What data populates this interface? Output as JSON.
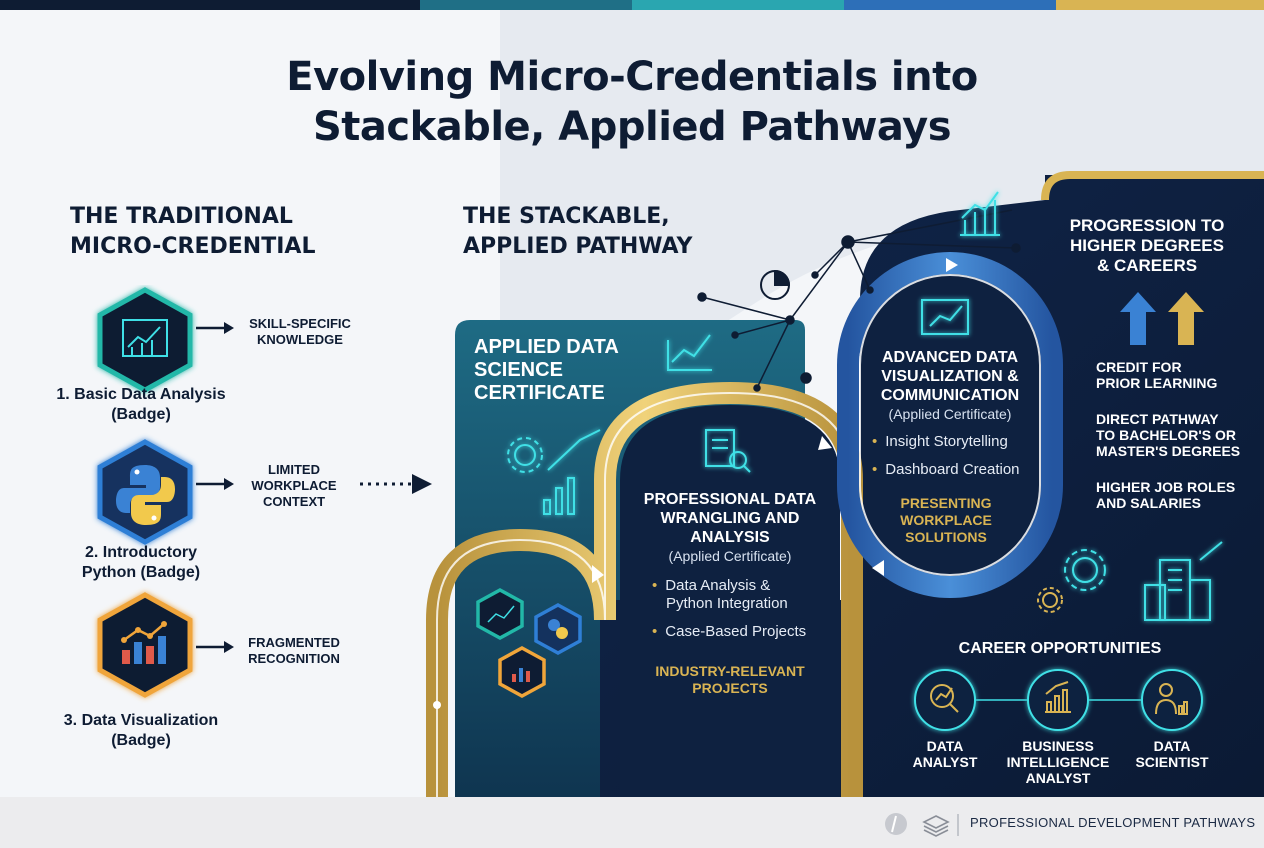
{
  "title": {
    "line1": "Evolving Micro-Credentials into",
    "line2": "Stackable, Applied Pathways"
  },
  "traditional": {
    "heading_line1": "THE TRADITIONAL",
    "heading_line2": "MICRO-CREDENTIAL",
    "badges": [
      {
        "label_line1": "1. Basic Data Analysis",
        "label_line2": "(Badge)",
        "arrow_line1": "SKILL-SPECIFIC",
        "arrow_line2": "KNOWLEDGE",
        "arrow_line3": ""
      },
      {
        "label_line1": "2. Introductory",
        "label_line2": "Python (Badge)",
        "arrow_line1": "LIMITED",
        "arrow_line2": "WORKPLACE",
        "arrow_line3": "CONTEXT"
      },
      {
        "label_line1": "3. Data Visualization",
        "label_line2": "(Badge)",
        "arrow_line1": "FRAGMENTED",
        "arrow_line2": "RECOGNITION",
        "arrow_line3": ""
      }
    ]
  },
  "stackable": {
    "heading_line1": "THE STACKABLE,",
    "heading_line2": "APPLIED PATHWAY"
  },
  "certificate": {
    "line1": "APPLIED DATA",
    "line2": "SCIENCE",
    "line3": "CERTIFICATE"
  },
  "stage_wrangling": {
    "title_line1": "PROFESSIONAL DATA",
    "title_line2": "WRANGLING AND",
    "title_line3": "ANALYSIS",
    "subtitle": "(Applied Certificate)",
    "bullets": [
      "Data Analysis &",
      "Python Integration",
      "Case-Based Projects"
    ],
    "footer_line1": "INDUSTRY-RELEVANT",
    "footer_line2": "PROJECTS"
  },
  "stage_visualization": {
    "title_line1": "ADVANCED DATA",
    "title_line2": "VISUALIZATION &",
    "title_line3": "COMMUNICATION",
    "subtitle": "(Applied Certificate)",
    "bullets": [
      "Insight Storytelling",
      "Dashboard Creation"
    ],
    "footer_line1": "PRESENTING",
    "footer_line2": "WORKPLACE",
    "footer_line3": "SOLUTIONS"
  },
  "progression": {
    "heading_line1": "PROGRESSION TO",
    "heading_line2": "HIGHER DEGREES",
    "heading_line3": "& CAREERS",
    "items": [
      {
        "line1": "CREDIT FOR",
        "line2": "PRIOR LEARNING",
        "line3": ""
      },
      {
        "line1": "DIRECT PATHWAY",
        "line2": "TO BACHELOR'S OR",
        "line3": "MASTER'S DEGREES"
      },
      {
        "line1": "HIGHER JOB ROLES",
        "line2": "AND SALARIES",
        "line3": ""
      }
    ]
  },
  "careers": {
    "heading": "CAREER OPPORTUNITIES",
    "roles": [
      {
        "line1": "DATA",
        "line2": "ANALYST",
        "line3": ""
      },
      {
        "line1": "BUSINESS",
        "line2": "INTELLIGENCE",
        "line3": "ANALYST"
      },
      {
        "line1": "DATA",
        "line2": "SCIENTIST",
        "line3": ""
      }
    ]
  },
  "footer": {
    "text": "PROFESSIONAL DEVELOPMENT PATHWAYS"
  },
  "colors": {
    "navy": "#0e1c33",
    "gold": "#d9b453",
    "teal": "#1f6f86",
    "blue": "#2d6fb8",
    "cyan_glow": "#3fe0e6",
    "badge_teal": "#22b8a8",
    "badge_blue": "#2f7fd6",
    "badge_orange": "#f0a53a"
  },
  "icons": [
    "chart-icon",
    "python-icon",
    "bar-chart-icon",
    "gear-icon",
    "document-search-icon",
    "pie-icon",
    "city-icon",
    "arrow-up-icon",
    "magnifier-chart-icon",
    "person-chart-icon"
  ]
}
